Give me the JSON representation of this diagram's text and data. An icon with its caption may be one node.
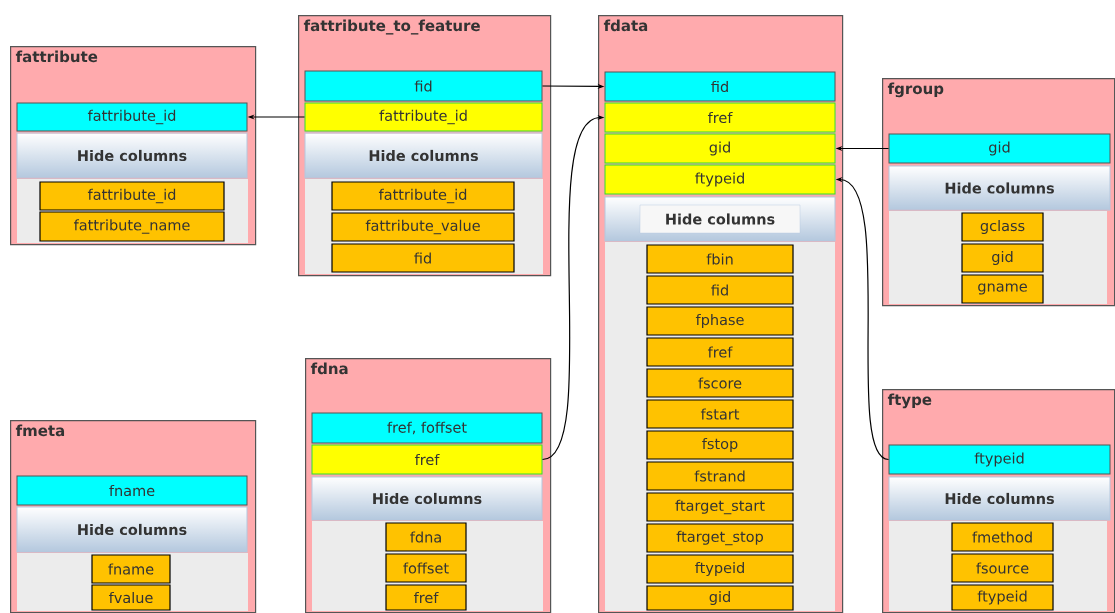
{
  "diagram": {
    "nodes": [
      {
        "text": [
          "fattribute"
        ]
      },
      {
        "text": [
          "fattribute_id"
        ],
        "in": 0
      },
      {
        "text": [
          "Hide columns"
        ],
        "in": 0
      },
      {
        "text": [
          "fattribute_id"
        ],
        "in": 0
      },
      {
        "text": [
          "fattribute_name"
        ],
        "in": 0
      },
      {
        "text": [
          "fattribute_to_feature"
        ]
      },
      {
        "text": [
          "fid"
        ],
        "in": 5
      },
      {
        "text": [
          "fattribute_id"
        ],
        "in": 5
      },
      {
        "text": [
          "Hide columns"
        ],
        "in": 5
      },
      {
        "text": [
          "fattribute_id"
        ],
        "in": 5
      },
      {
        "text": [
          "fattribute_value"
        ],
        "in": 5
      },
      {
        "text": [
          "fid"
        ],
        "in": 5
      },
      {
        "text": [
          "fdata"
        ]
      },
      {
        "text": [
          "fid"
        ],
        "in": 12
      },
      {
        "text": [
          "fref"
        ],
        "in": 12
      },
      {
        "text": [
          "gid"
        ],
        "in": 12
      },
      {
        "text": [
          "ftypeid"
        ],
        "in": 12
      },
      {
        "text": [
          "Hide columns"
        ],
        "in": 12
      },
      {
        "text": [
          "fbin"
        ],
        "in": 12
      },
      {
        "text": [
          "fid"
        ],
        "in": 12
      },
      {
        "text": [
          "fphase"
        ],
        "in": 12
      },
      {
        "text": [
          "fref"
        ],
        "in": 12
      },
      {
        "text": [
          "fscore"
        ],
        "in": 12
      },
      {
        "text": [
          "fstart"
        ],
        "in": 12
      },
      {
        "text": [
          "fstop"
        ],
        "in": 12
      },
      {
        "text": [
          "fstrand"
        ],
        "in": 12
      },
      {
        "text": [
          "ftarget_start"
        ],
        "in": 12
      },
      {
        "text": [
          "ftarget_stop"
        ],
        "in": 12
      },
      {
        "text": [
          "ftypeid"
        ],
        "in": 12
      },
      {
        "text": [
          "gid"
        ],
        "in": 12
      },
      {
        "text": [
          "fgroup"
        ]
      },
      {
        "text": [
          "gid"
        ],
        "in": 30
      },
      {
        "text": [
          "Hide columns"
        ],
        "in": 30
      },
      {
        "text": [
          "gclass"
        ],
        "in": 30
      },
      {
        "text": [
          "gid"
        ],
        "in": 30
      },
      {
        "text": [
          "gname"
        ],
        "in": 30
      },
      {
        "text": [
          "fmeta"
        ]
      },
      {
        "text": [
          "fname"
        ],
        "in": 36
      },
      {
        "text": [
          "Hide columns"
        ],
        "in": 36
      },
      {
        "text": [
          "fname"
        ],
        "in": 36
      },
      {
        "text": [
          "fvalue"
        ],
        "in": 36
      },
      {
        "text": [
          "fdna"
        ]
      },
      {
        "text": [
          "fref, foffset"
        ],
        "in": 41
      },
      {
        "text": [
          "fref"
        ],
        "in": 41
      },
      {
        "text": [
          "Hide columns"
        ],
        "in": 41
      },
      {
        "text": [
          "fdna"
        ],
        "in": 41
      },
      {
        "text": [
          "foffset"
        ],
        "in": 41
      },
      {
        "text": [
          "fref"
        ],
        "in": 41
      },
      {
        "text": [
          "ftype"
        ]
      },
      {
        "text": [
          "ftypeid"
        ],
        "in": 48
      },
      {
        "text": [
          "Hide columns"
        ],
        "in": 48
      },
      {
        "text": [
          "fmethod"
        ],
        "in": 48
      },
      {
        "text": [
          "fsource"
        ],
        "in": 48
      },
      {
        "text": [
          "ftypeid"
        ],
        "in": 48
      }
    ],
    "edges": [
      {
        "from": 7,
        "to": 1,
        "arrow": "to"
      },
      {
        "from": 6,
        "to": 13,
        "arrow": "to"
      },
      {
        "from": 43,
        "to": 14,
        "arrow": "to"
      },
      {
        "from": 31,
        "to": 15,
        "arrow": "to"
      },
      {
        "from": 49,
        "to": 16,
        "arrow": "to"
      }
    ]
  }
}
